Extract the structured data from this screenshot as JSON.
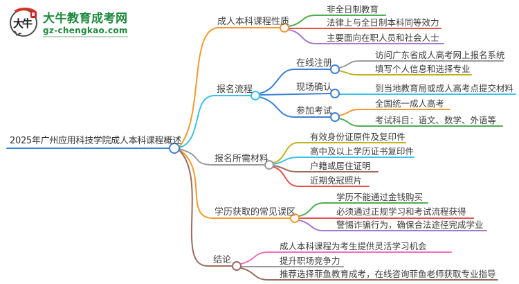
{
  "logo": {
    "bubble_text": "大牛",
    "brand": "大牛教育成考网",
    "domain": "gz-chengkao.com",
    "brand_color": "#1e8a3c",
    "seal_color": "#c62828"
  },
  "palette": {
    "blue": "#3a80d6",
    "cyan": "#38c3e8",
    "orange": "#f5992f",
    "green": "#4cae51",
    "red": "#e2504a",
    "purple": "#a678cc",
    "gray": "#9a9a9a",
    "olive": "#bfb31f",
    "brown": "#9c6b60",
    "pink": "#f06fc0"
  },
  "mindmap": {
    "root": {
      "label": "2025年广州应用科技学院成人本科课程概述",
      "color": "#3a80d6"
    },
    "branches": [
      {
        "label": "成人本科课程性质",
        "color": "#f5992f",
        "children": [
          {
            "label": "非全日制教育",
            "color": "#4cae51"
          },
          {
            "label": "法律上与全日制本科同等效力",
            "color": "#e2504a"
          },
          {
            "label": "主要面向在职人员和社会人士",
            "color": "#a678cc"
          }
        ]
      },
      {
        "label": "报名流程",
        "color": "#38c3e8",
        "children": [
          {
            "label": "在线注册",
            "color": "#3a80d6",
            "children": [
              {
                "label": "访问广东省成人高考网上报名系统",
                "color": "#9a9a9a"
              },
              {
                "label": "填写个人信息和选择专业",
                "color": "#bfb31f"
              }
            ]
          },
          {
            "label": "现场确认",
            "color": "#3a80d6",
            "children": [
              {
                "label": "到当地教育局或成人高考点提交材料",
                "color": "#38c3e8"
              }
            ]
          },
          {
            "label": "参加考试",
            "color": "#3a80d6",
            "children": [
              {
                "label": "全国统一成人高考",
                "color": "#f5992f"
              },
              {
                "label": "考试科目：语文、数学、外语等",
                "color": "#4cae51"
              }
            ]
          }
        ]
      },
      {
        "label": "报名所需材料",
        "color": "#9a9a9a",
        "children": [
          {
            "label": "有效身份证原件及复印件",
            "color": "#bfb31f"
          },
          {
            "label": "高中及以上学历证书复印件",
            "color": "#38c3e8"
          },
          {
            "label": "户籍或居住证明",
            "color": "#9c6b60"
          },
          {
            "label": "近期免冠照片",
            "color": "#e2504a"
          }
        ]
      },
      {
        "label": "学历获取的常见误区",
        "color": "#f5992f",
        "children": [
          {
            "label": "学历不能通过金钱购买",
            "color": "#4cae51"
          },
          {
            "label": "必须通过正规学习和考试流程获得",
            "color": "#e2504a"
          },
          {
            "label": "警惕诈骗行为，确保合法途径完成学业",
            "color": "#a678cc"
          }
        ]
      },
      {
        "label": "结论",
        "color": "#9c6b60",
        "children": [
          {
            "label": "成人本科课程为考生提供灵活学习机会",
            "color": "#f06fc0"
          },
          {
            "label": "提升职场竞争力",
            "color": "#9a9a9a"
          },
          {
            "label": "推荐选择菲鱼教育成考，在线咨询菲鱼老师获取专业指导",
            "color": "#9c6b60"
          }
        ]
      }
    ]
  }
}
